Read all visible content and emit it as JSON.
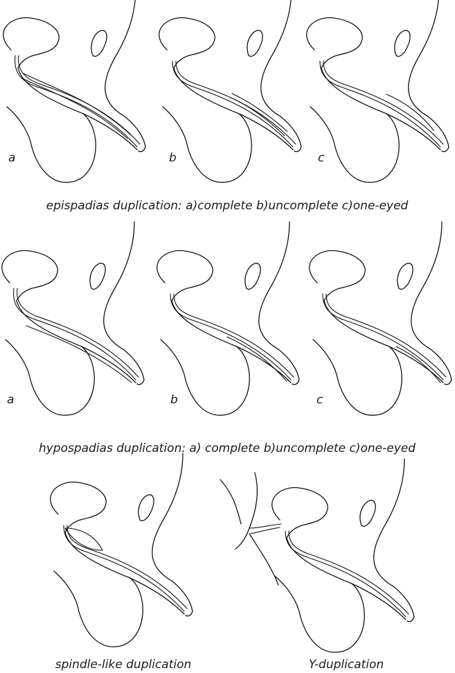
{
  "rows": [
    {
      "caption": "epispadias duplication: a)complete b)uncomplete c)one-eyed",
      "panels": [
        {
          "letter": "a",
          "type": "epispadias-complete"
        },
        {
          "letter": "b",
          "type": "epispadias-uncomplete"
        },
        {
          "letter": "c",
          "type": "epispadias-one-eyed"
        }
      ]
    },
    {
      "caption": "hypospadias duplication: a) complete b)uncomplete c)one-eyed",
      "panels": [
        {
          "letter": "a",
          "type": "hypospadias-complete"
        },
        {
          "letter": "b",
          "type": "hypospadias-uncomplete"
        },
        {
          "letter": "c",
          "type": "hypospadias-one-eyed"
        }
      ]
    }
  ],
  "bottom_panels": [
    {
      "caption": "spindle-like duplication",
      "type": "spindle"
    },
    {
      "caption": "Y-duplication",
      "type": "y"
    }
  ]
}
